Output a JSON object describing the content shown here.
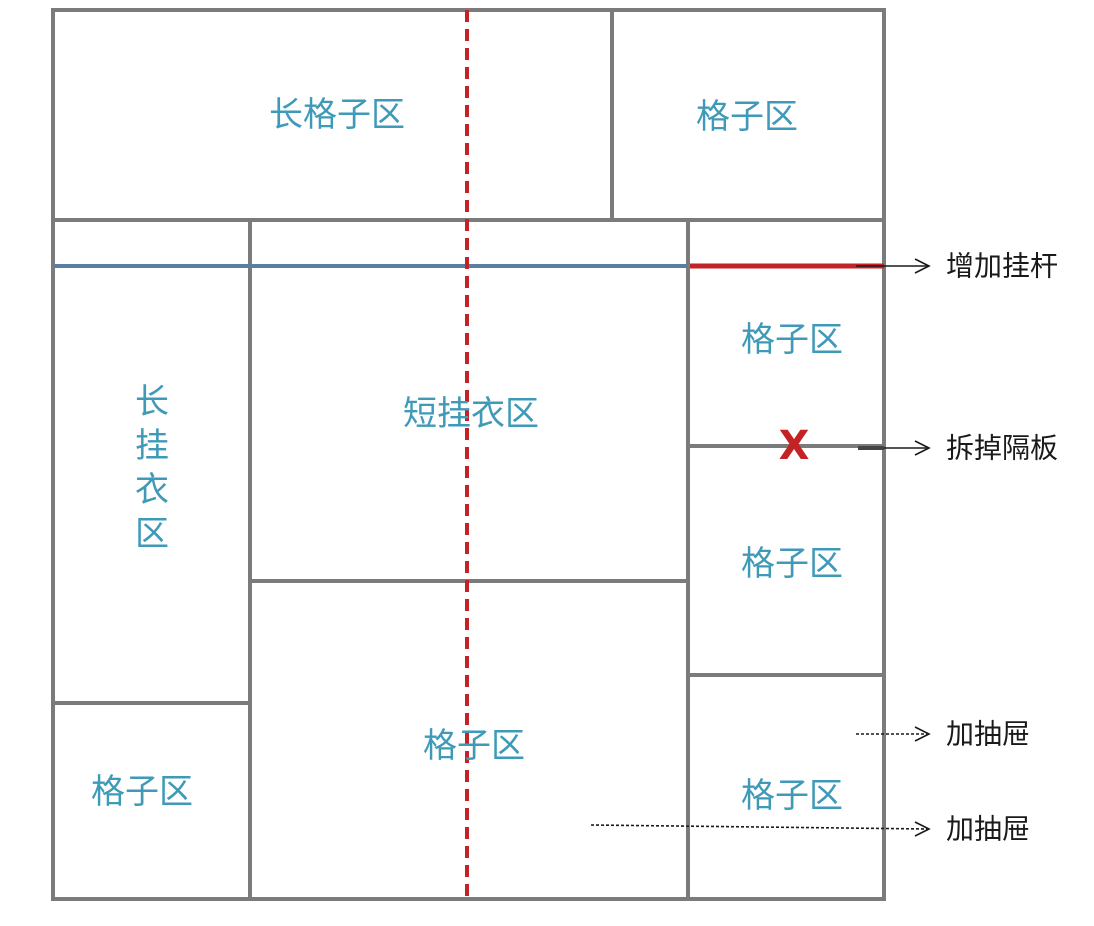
{
  "zones": {
    "top_long_grid": "长格子区",
    "top_grid": "格子区",
    "long_hang_chars": [
      "长",
      "挂",
      "衣",
      "区"
    ],
    "short_hang": "短挂衣区",
    "right_grid_1": "格子区",
    "right_grid_2": "格子区",
    "right_grid_3": "格子区",
    "bottom_left_grid": "格子区",
    "bottom_center_grid": "格子区"
  },
  "annotations": {
    "add_rod": "增加挂杆",
    "remove_shelf": "拆掉隔板",
    "remove_mark": "X",
    "add_drawer_1": "加抽屉",
    "add_drawer_2": "加抽屉"
  },
  "colors": {
    "panel": "#7b7b7b",
    "label": "#3f9ab8",
    "rod_existing": "#5a7fa3",
    "accent_red": "#c42326",
    "note_text": "#1a1a1a"
  }
}
